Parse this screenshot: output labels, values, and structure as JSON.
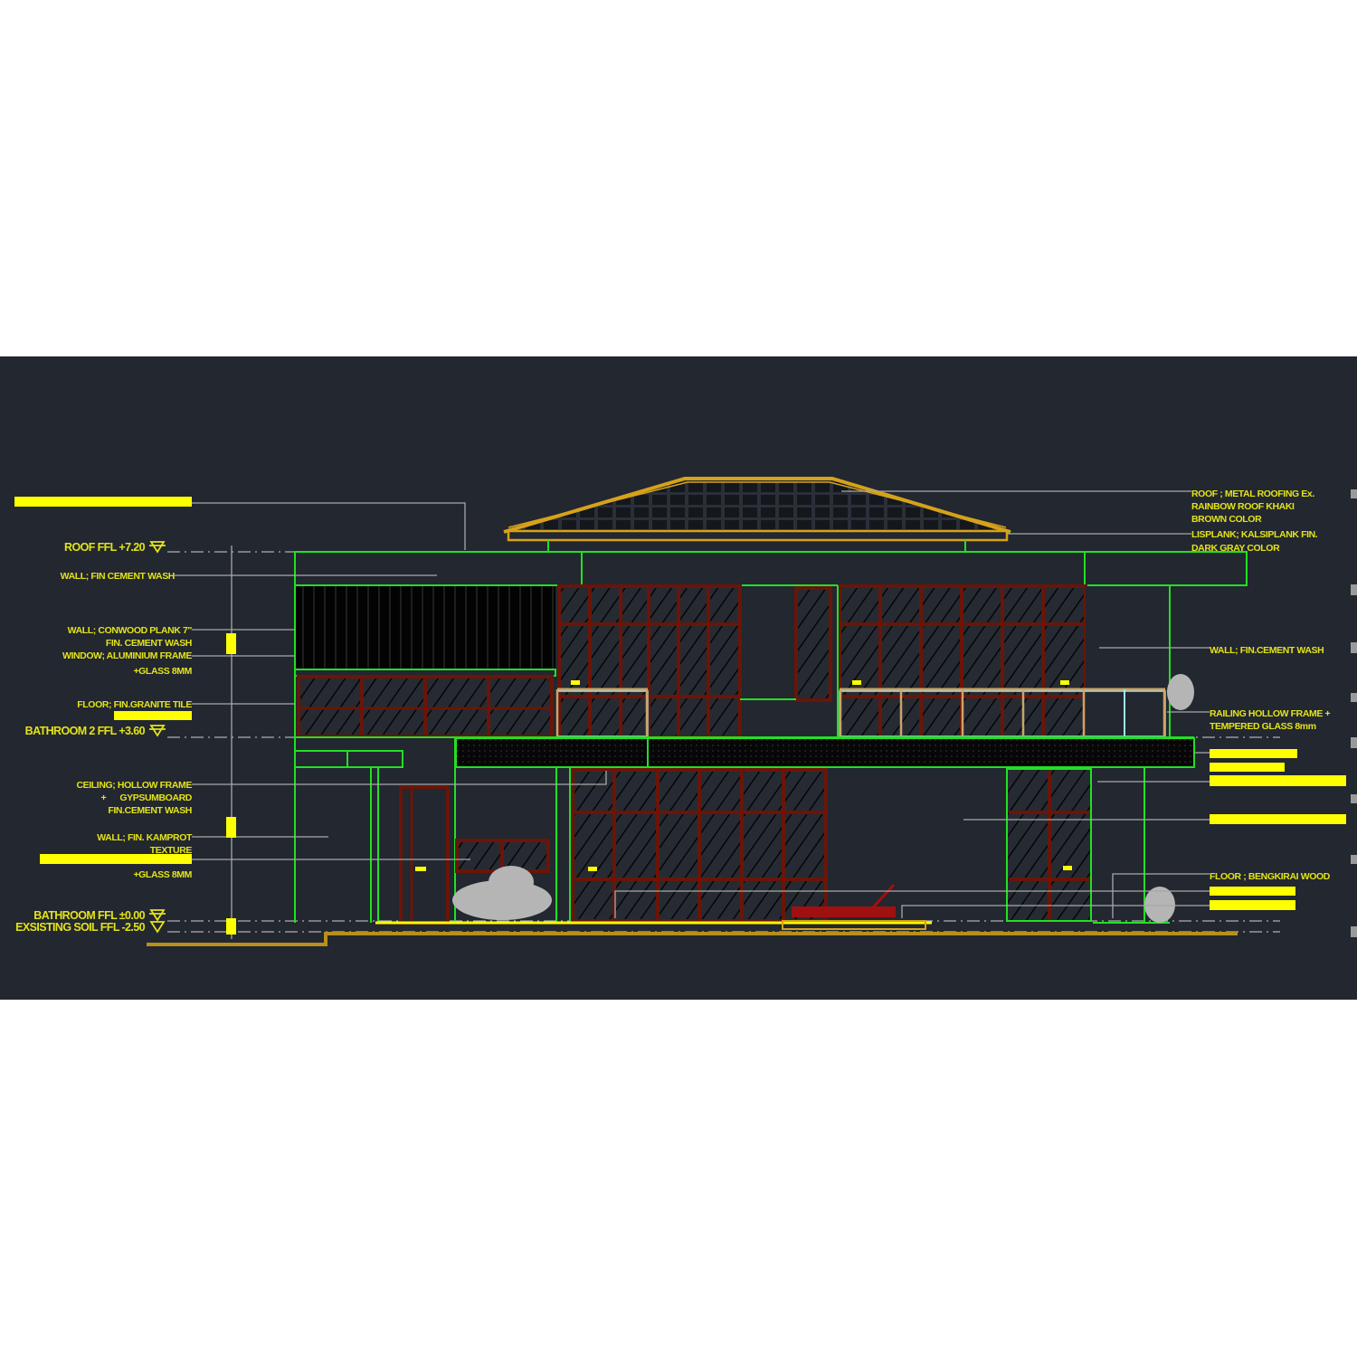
{
  "drawing": {
    "colors": {
      "background": "#222730",
      "annotation": "#e3e31a",
      "outline": "#22e022",
      "frame": "#6a1508",
      "roof": "#d6a21a",
      "glass_edge": "#9ee8f0"
    },
    "levels": {
      "roof": "ROOF FFL +7.20",
      "bathroom2": "BATHROOM 2 FFL +3.60",
      "bathroom": "BATHROOM FFL ±0.00",
      "soil": "EXSISTING SOIL FFL -2.50"
    },
    "left_notes": {
      "wall_cement": "WALL; FIN CEMENT WASH",
      "conwood_1": "WALL; CONWOOD PLANK 7\"",
      "conwood_2": "FIN.   CEMENT WASH",
      "window_1": "WINDOW; ALUMINIUM FRAME",
      "window_2": "+GLASS 8MM",
      "floor_granite": "FLOOR; FIN.GRANITE TILE",
      "ceiling_1": "CEILING; HOLLOW FRAME",
      "ceiling_2": "+      GYPSUMBOARD",
      "ceiling_3": "FIN.CEMENT WASH",
      "kamprot_1": "WALL; FIN. KAMPROT",
      "kamprot_2": "TEXTURE",
      "glass_lower": "+GLASS 8MM"
    },
    "right_notes": {
      "roof_1": "ROOF ; METAL ROOFING Ex.",
      "roof_2": "RAINBOW ROOF KHAKI",
      "roof_3": "BROWN COLOR",
      "lisplank_1": "LISPLANK; KALSIPLANK FIN.",
      "lisplank_2": "DARK GRAY COLOR",
      "wall_cement": "WALL; FIN.CEMENT WASH",
      "railing_1": "RAILING HOLLOW FRAME +",
      "railing_2": "TEMPERED GLASS 8mm",
      "floor_wood": "FLOOR ; BENGKIRAI WOOD"
    }
  }
}
